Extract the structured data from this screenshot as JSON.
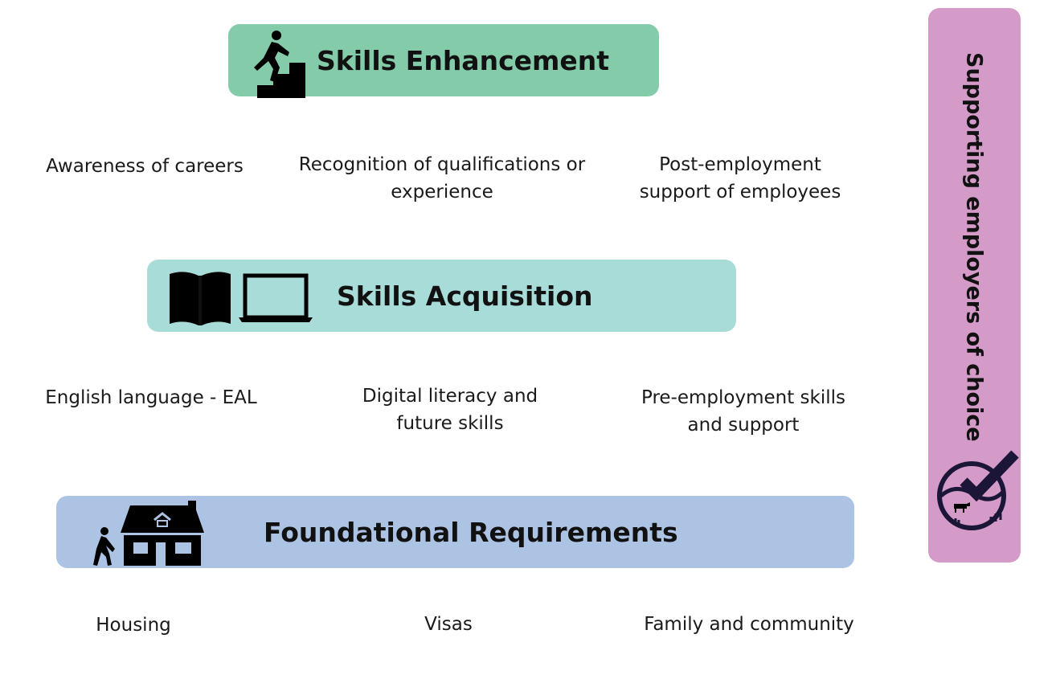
{
  "tiers": [
    {
      "title": "Skills Enhancement",
      "color": "#83cba9",
      "icon": "stairs-climber-icon",
      "items": [
        "Awareness of careers",
        "Recognition of qualifications or\nexperience",
        "Post-employment\nsupport of employees"
      ]
    },
    {
      "title": "Skills Acquisition",
      "color": "#a8dcd9",
      "icon": "book-and-laptop-icon",
      "items": [
        "English language - EAL",
        "Digital literacy and\nfuture skills",
        "Pre-employment skills\nand support"
      ]
    },
    {
      "title": "Foundational Requirements",
      "color": "#adc3e4",
      "icon": "house-with-walker-icon",
      "items": [
        "Housing",
        "Visas",
        "Family and community"
      ]
    }
  ],
  "side": {
    "title": "Supporting employers of choice",
    "color": "#d49ac8",
    "icon": "checkmark-emblem-icon"
  }
}
